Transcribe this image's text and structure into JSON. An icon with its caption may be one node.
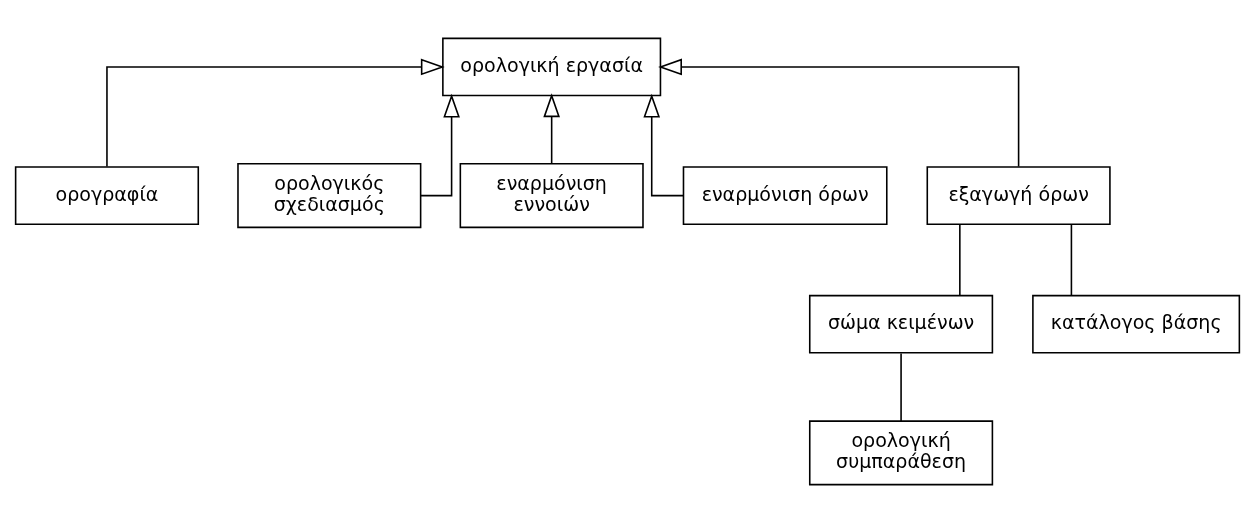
{
  "diagram": {
    "nodes": [
      {
        "text": [
          "ορολογική εργασία"
        ]
      },
      {
        "text": [
          "ορογραφία"
        ]
      },
      {
        "text": [
          "ορολογικός σχεδιασμός"
        ]
      },
      {
        "text": [
          "εναρμόνιση εννοιών"
        ]
      },
      {
        "text": [
          "εναρμόνιση όρων"
        ]
      },
      {
        "text": [
          "εξαγωγή όρων"
        ]
      },
      {
        "text": [
          "σώμα κειμένων"
        ]
      },
      {
        "text": [
          "κατάλογος βάσης"
        ]
      },
      {
        "text": [
          "ορολογική συμπαράθεση"
        ]
      }
    ],
    "edges": [
      {
        "from": 1,
        "to": 0,
        "arrow": "to"
      },
      {
        "from": 2,
        "to": 0,
        "arrow": "to"
      },
      {
        "from": 3,
        "to": 0,
        "arrow": "to"
      },
      {
        "from": 4,
        "to": 0,
        "arrow": "to"
      },
      {
        "from": 5,
        "to": 0,
        "arrow": "to"
      },
      {
        "from": 5,
        "to": 6,
        "arrow": "none"
      },
      {
        "from": 5,
        "to": 7,
        "arrow": "none"
      },
      {
        "from": 6,
        "to": 8,
        "arrow": "none"
      }
    ]
  }
}
